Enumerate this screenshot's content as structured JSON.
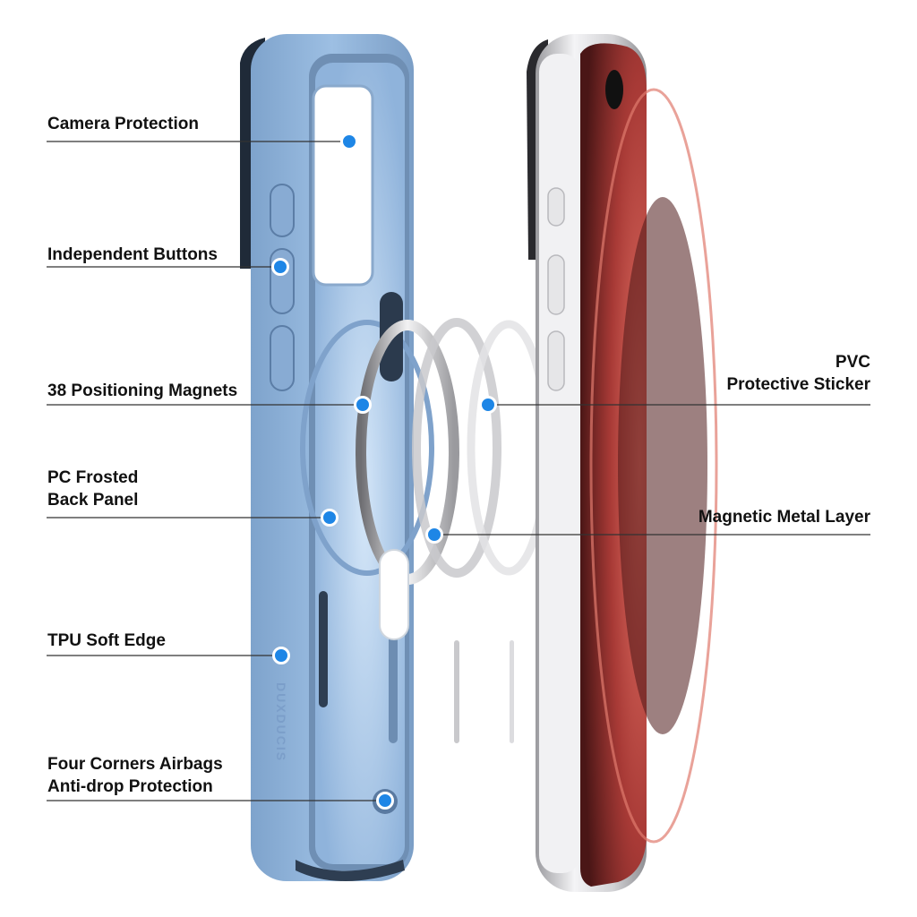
{
  "brand": "DUXDUCIS",
  "colors": {
    "case_body": "#89aed6",
    "case_edge": "#9cc0e6",
    "case_inner": "#6f8fb4",
    "case_dark_strap": "#1f2a38",
    "phone_frame": "#d9d9dc",
    "phone_screen": "#b8433f",
    "callout_dot": "#1e86e6",
    "callout_line": "#333333",
    "label_text": "#111111"
  },
  "labels": {
    "camera_protection": "Camera Protection",
    "independent_buttons": "Independent Buttons",
    "positioning_magnets": "38 Positioning Magnets",
    "pc_frosted_line1": "PC Frosted",
    "pc_frosted_line2": "Back Panel",
    "tpu_soft_edge": "TPU Soft Edge",
    "four_corners_line1": "Four Corners Airbags",
    "four_corners_line2": "Anti-drop Protection",
    "pvc_line1": "PVC",
    "pvc_line2": "Protective Sticker",
    "magnetic_metal_layer": "Magnetic Metal Layer"
  }
}
